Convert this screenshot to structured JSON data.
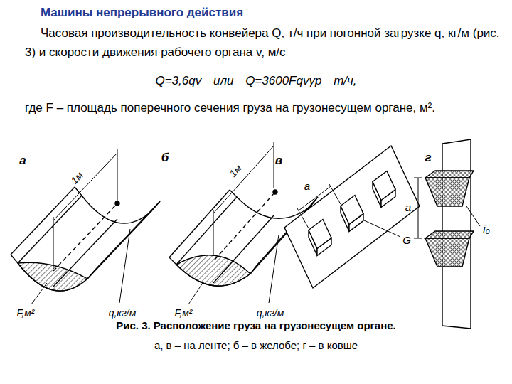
{
  "diagram": {
    "title": "Машины непрерывного действия",
    "caption": "Рис. 3. Расположение груза на грузонесущем органе.",
    "labels": [
      "Часовая производительность конвейера Q, т/ч при погонной загрузке q, кг/м (рис. 3) и скорости движения рабочего органа v, м/с",
      "Q=3,6qv или Q=3600Fqvγр т/ч,",
      "где F – площадь поперечного сечения груза на грузонесущем органе, м².",
      "а",
      "б",
      "в",
      "г",
      "1м",
      "1м",
      "F,м²",
      "q,кг/м",
      "F,м²",
      "q,кг/м",
      "a",
      "G",
      "a",
      "i₀",
      "а, в – на ленте; б – в желобе; г – в ковше"
    ]
  }
}
